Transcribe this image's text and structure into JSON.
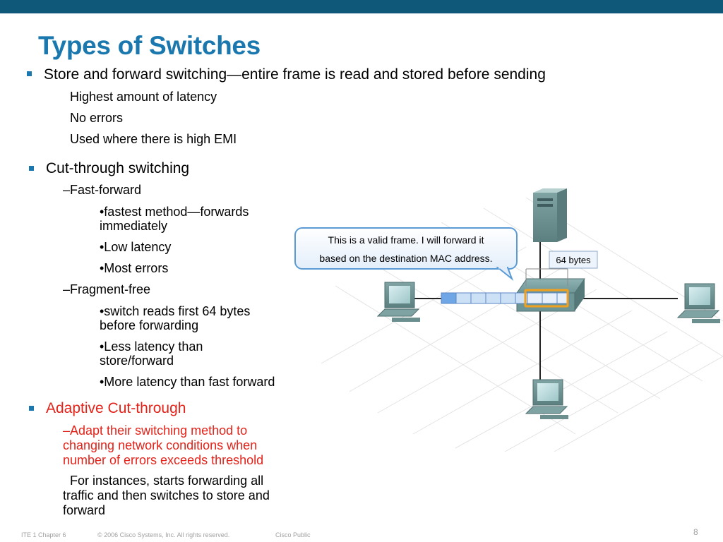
{
  "slide": {
    "title": "Types of Switches",
    "store_forward": {
      "heading": "Store and forward switching—entire frame is read and stored before sending",
      "points": [
        "Highest amount of latency",
        "No errors",
        "Used where there is high EMI"
      ]
    },
    "cut_through": {
      "heading": "Cut-through switching",
      "fast_forward": "–Fast-forward",
      "ff_points": [
        "•fastest method—forwards",
        "immediately",
        "•Low latency",
        "•Most errors"
      ],
      "fragment_free": "–Fragment-free",
      "frag_points": [
        "•switch reads first 64 bytes",
        "before forwarding",
        "•Less latency than",
        "store/forward",
        "•More latency than fast forward"
      ]
    },
    "adaptive": {
      "heading": "Adaptive Cut-through",
      "lines": [
        "–Adapt their switching method to",
        "changing network conditions when",
        "number of errors exceeds threshold"
      ],
      "note": [
        "  For instances, starts forwarding all",
        "traffic and then switches to store and",
        "forward"
      ]
    }
  },
  "diagram": {
    "callout": [
      "This is a valid frame. I will forward it",
      "based on the destination MAC address."
    ],
    "bytes_label": "64 bytes"
  },
  "footer": {
    "chapter": "ITE 1 Chapter 6",
    "copyright": "© 2006 Cisco Systems, Inc. All rights reserved.",
    "classification": "Cisco Public",
    "page_number": "8"
  },
  "colors": {
    "topbar": "#10587a",
    "title": "#1a78ae",
    "accent_red": "#e2231a"
  }
}
